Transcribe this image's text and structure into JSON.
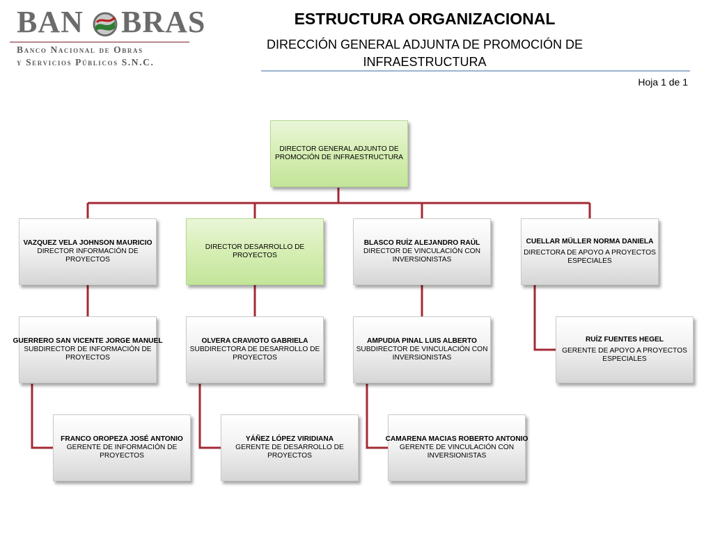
{
  "header": {
    "logo_word_left": "BAN",
    "logo_word_right": "BRAS",
    "logo_subtitle_line1": "Banco Nacional de Obras",
    "logo_subtitle_line2": "y Servicios Públicos S.N.C.",
    "title": "ESTRUCTURA ORGANIZACIONAL",
    "subtitle": "DIRECCIÓN GENERAL ADJUNTA DE PROMOCIÓN DE INFRAESTRUCTURA",
    "sheet": "Hoja 1 de 1"
  },
  "colors": {
    "connector": "#a32a35",
    "highlight_box": "#d6eeb4",
    "header_rule": "#9db3cf"
  },
  "org": {
    "top": {
      "name": "",
      "role": "DIRECTOR GENERAL ADJUNTO DE PROMOCIÓN DE INFRAESTRUCTURA"
    },
    "directors": [
      {
        "name": "VAZQUEZ VELA JOHNSON MAURICIO",
        "role": "DIRECTOR INFORMACIÓN DE PROYECTOS"
      },
      {
        "name": "",
        "role": "DIRECTOR DESARROLLO DE PROYECTOS"
      },
      {
        "name": "BLASCO RUÍZ ALEJANDRO RAÚL",
        "role": "DIRECTOR DE VINCULACIÓN CON INVERSIONISTAS"
      },
      {
        "name": "CUELLAR MÜLLER NORMA DANIELA",
        "role": "DIRECTORA DE APOYO A PROYECTOS ESPECIALES"
      }
    ],
    "subdirectors": [
      {
        "name": "GUERRERO SAN VICENTE JORGE MANUEL",
        "role": "SUBDIRECTOR DE INFORMACIÓN DE PROYECTOS"
      },
      {
        "name": "OLVERA CRAVIOTO GABRIELA",
        "role": "SUBDIRECTORA DE DESARROLLO DE PROYECTOS"
      },
      {
        "name": "AMPUDIA PINAL LUIS ALBERTO",
        "role": "SUBDIRECTOR DE VINCULACIÓN CON INVERSIONISTAS"
      },
      {
        "name": "RUÍZ FUENTES HEGEL",
        "role": "GERENTE DE APOYO A PROYECTOS ESPECIALES"
      }
    ],
    "managers": [
      {
        "name": "FRANCO OROPEZA JOSÉ ANTONIO",
        "role": "GERENTE DE INFORMACIÓN DE PROYECTOS"
      },
      {
        "name": "YÁÑEZ LÓPEZ VIRIDIANA",
        "role": "GERENTE DE DESARROLLO DE PROYECTOS"
      },
      {
        "name": "CAMARENA MACIAS ROBERTO ANTONIO",
        "role": "GERENTE DE VINCULACIÓN CON INVERSIONISTAS"
      }
    ]
  }
}
